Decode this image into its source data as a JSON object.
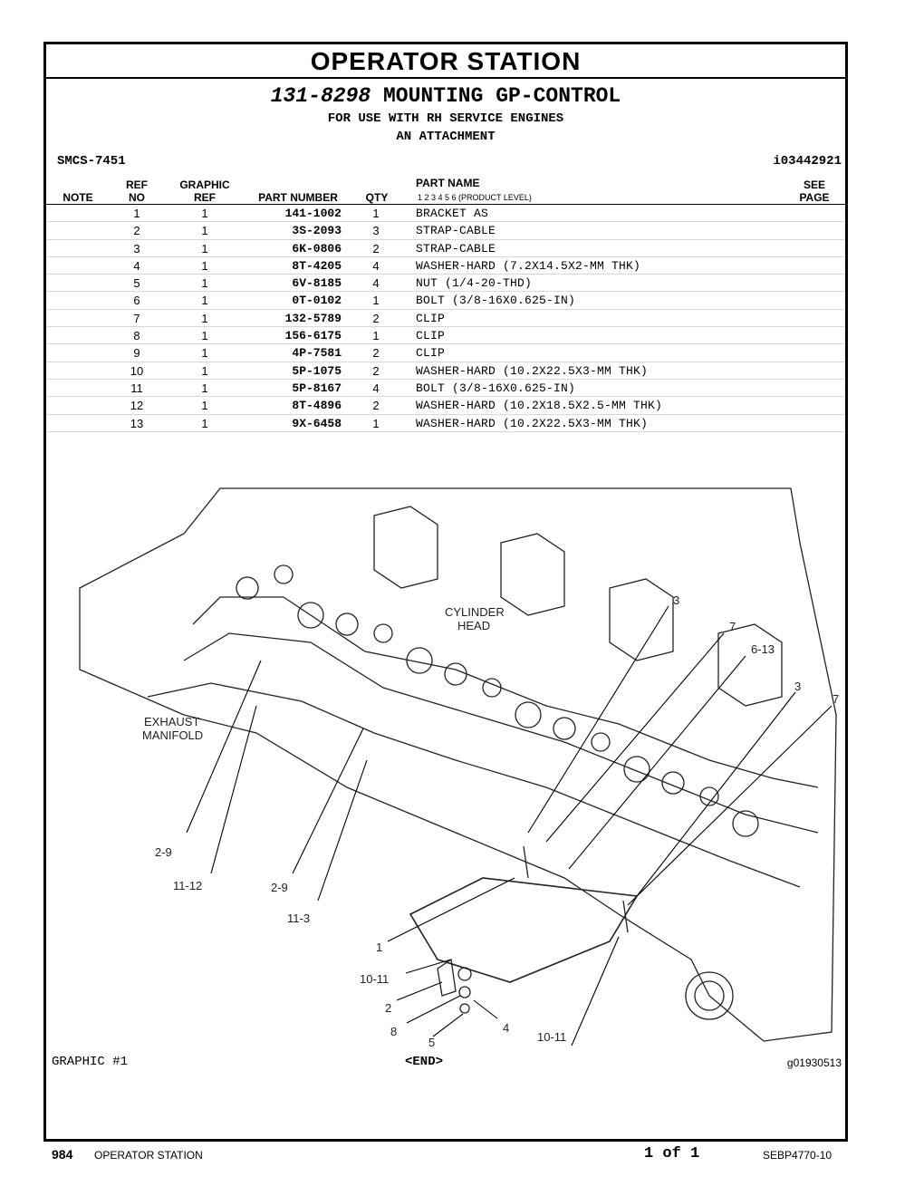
{
  "section_title": "OPERATOR STATION",
  "group": {
    "part_number": "131-8298",
    "name": "MOUNTING GP-CONTROL",
    "subtitle_1": "FOR USE WITH RH SERVICE ENGINES",
    "subtitle_2": "AN ATTACHMENT"
  },
  "smcs": "SMCS-7451",
  "ident": "i03442921",
  "columns": {
    "note": "NOTE",
    "ref_1": "REF",
    "ref_2": "NO",
    "graphic_1": "GRAPHIC",
    "graphic_2": "REF",
    "part_number": "PART NUMBER",
    "qty": "QTY",
    "part_name": "PART NAME",
    "product_level": "1    2    3    4    5    6   (PRODUCT LEVEL)",
    "see_1": "SEE",
    "see_2": "PAGE"
  },
  "parts": [
    {
      "ref": "1",
      "graphic": "1",
      "part_number": "141-1002",
      "qty": "1",
      "name": "BRACKET AS"
    },
    {
      "ref": "2",
      "graphic": "1",
      "part_number": "3S-2093",
      "qty": "3",
      "name": "STRAP-CABLE"
    },
    {
      "ref": "3",
      "graphic": "1",
      "part_number": "6K-0806",
      "qty": "2",
      "name": "STRAP-CABLE"
    },
    {
      "ref": "4",
      "graphic": "1",
      "part_number": "8T-4205",
      "qty": "4",
      "name": "WASHER-HARD (7.2X14.5X2-MM THK)"
    },
    {
      "ref": "5",
      "graphic": "1",
      "part_number": "6V-8185",
      "qty": "4",
      "name": "NUT (1/4-20-THD)"
    },
    {
      "ref": "6",
      "graphic": "1",
      "part_number": "0T-0102",
      "qty": "1",
      "name": "BOLT (3/8-16X0.625-IN)"
    },
    {
      "ref": "7",
      "graphic": "1",
      "part_number": "132-5789",
      "qty": "2",
      "name": "CLIP"
    },
    {
      "ref": "8",
      "graphic": "1",
      "part_number": "156-6175",
      "qty": "1",
      "name": "CLIP"
    },
    {
      "ref": "9",
      "graphic": "1",
      "part_number": "4P-7581",
      "qty": "2",
      "name": "CLIP"
    },
    {
      "ref": "10",
      "graphic": "1",
      "part_number": "5P-1075",
      "qty": "2",
      "name": "WASHER-HARD (10.2X22.5X3-MM THK)"
    },
    {
      "ref": "11",
      "graphic": "1",
      "part_number": "5P-8167",
      "qty": "4",
      "name": "BOLT (3/8-16X0.625-IN)"
    },
    {
      "ref": "12",
      "graphic": "1",
      "part_number": "8T-4896",
      "qty": "2",
      "name": "WASHER-HARD (10.2X18.5X2.5-MM THK)"
    },
    {
      "ref": "13",
      "graphic": "1",
      "part_number": "9X-6458",
      "qty": "1",
      "name": "WASHER-HARD (10.2X22.5X3-MM THK)"
    }
  ],
  "illustration": {
    "label_cylinder_head_1": "CYLINDER",
    "label_cylinder_head_2": "HEAD",
    "label_exhaust_1": "EXHAUST",
    "label_exhaust_2": "MANIFOLD",
    "callouts": [
      "3",
      "7",
      "6-13",
      "3",
      "7",
      "2-9",
      "11-12",
      "2-9",
      "11-3",
      "1",
      "10-11",
      "2",
      "8",
      "4",
      "5",
      "10-11"
    ]
  },
  "graphic_label": "GRAPHIC #1",
  "end_label": "<END>",
  "graphic_code": "g01930513",
  "footer": {
    "page_number": "984",
    "section": "OPERATOR STATION",
    "page_of": "1 of 1",
    "doc_number": "SEBP4770-10"
  }
}
